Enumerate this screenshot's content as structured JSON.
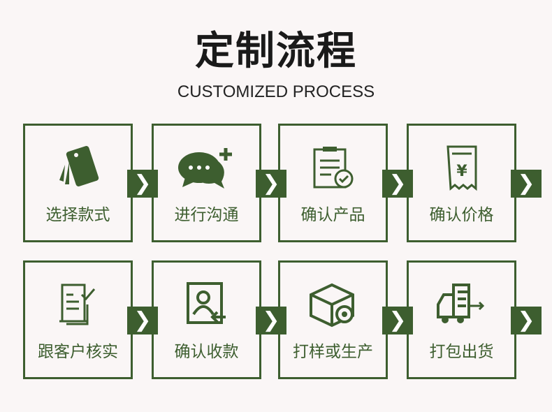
{
  "title": "定制流程",
  "subtitle": "CUSTOMIZED PROCESS",
  "accent": "#3d5e2f",
  "arrow_glyph": "❯",
  "steps": [
    {
      "label": "选择款式",
      "icon": "tag-cards-icon"
    },
    {
      "label": "进行沟通",
      "icon": "chat-bubbles-icon"
    },
    {
      "label": "确认产品",
      "icon": "clipboard-check-icon"
    },
    {
      "label": "确认价格",
      "icon": "receipt-yen-icon"
    },
    {
      "label": "跟客户核实",
      "icon": "document-check-icon"
    },
    {
      "label": "确认收款",
      "icon": "user-payment-icon"
    },
    {
      "label": "打样或生产",
      "icon": "box-gear-icon"
    },
    {
      "label": "打包出货",
      "icon": "delivery-truck-icon"
    }
  ]
}
